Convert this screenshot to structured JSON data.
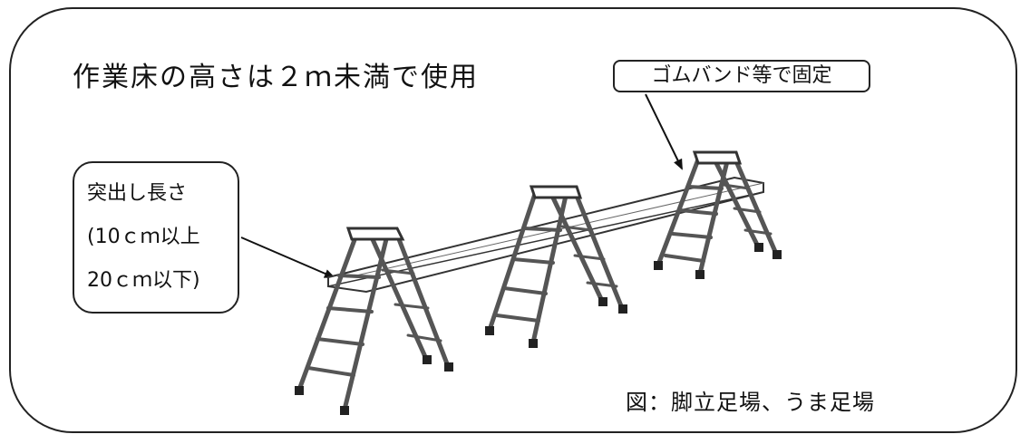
{
  "title": "作業床の高さは２ｍ未満で使用",
  "fastening_label": "ゴムバンド等で固定",
  "overhang_note": {
    "line1": "突出し長さ",
    "line2": "(10ｃｍ以上",
    "line3": "20ｃｍ以下)"
  },
  "caption": "図：脚立足場、うま足場",
  "colors": {
    "ink": "#222222",
    "metal": "#555555",
    "plank": "#ffffff"
  }
}
